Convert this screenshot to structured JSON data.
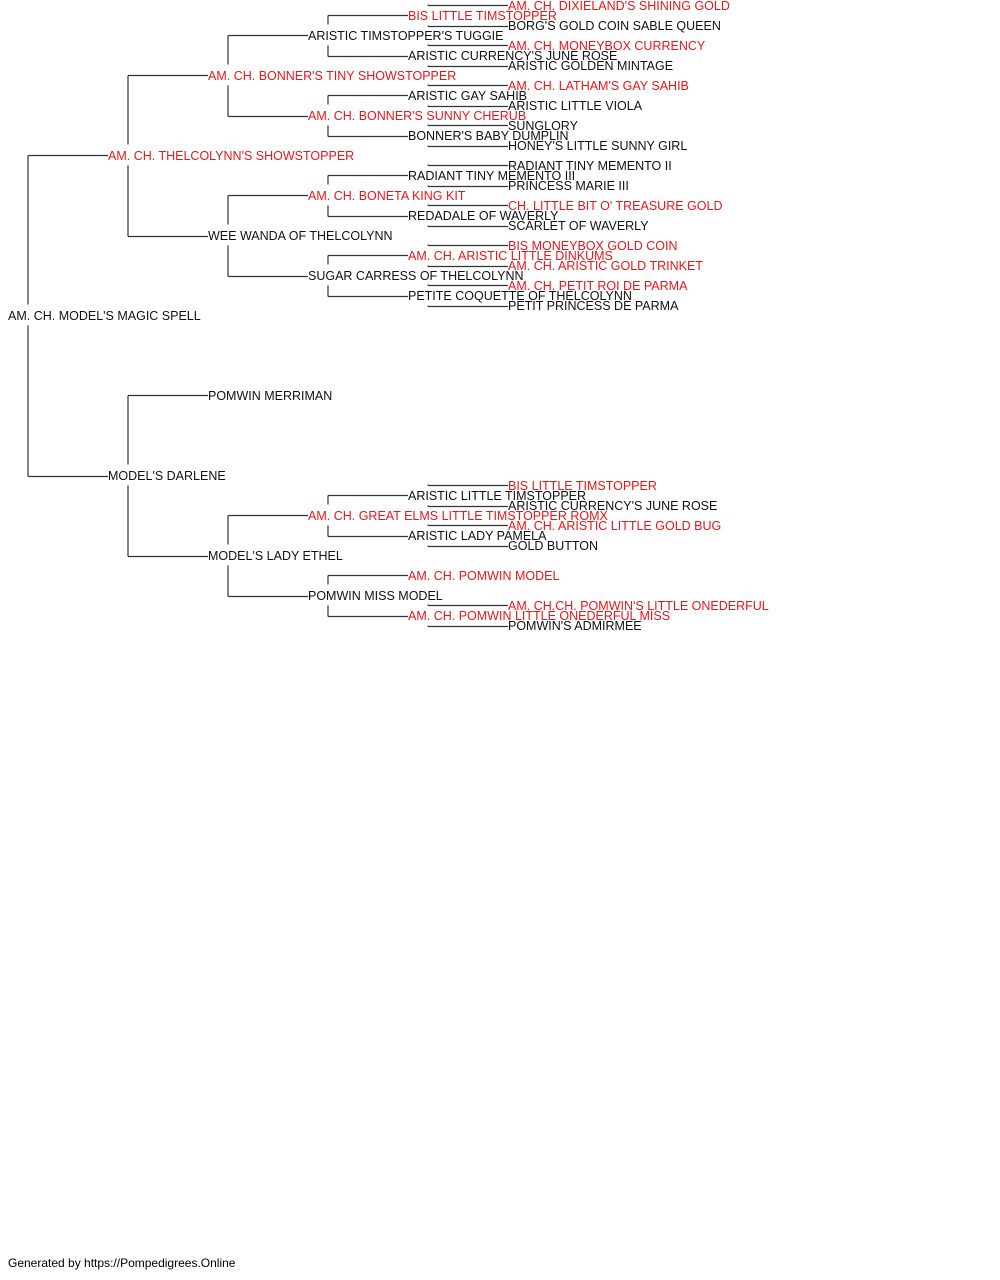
{
  "colors": {
    "champion": "#e8161b",
    "normal": "#111111",
    "line": "#333333"
  },
  "footer": "Generated by https://Pompedigrees.Online",
  "pedigree": {
    "name": "AM. CH. MODEL'S MAGIC SPELL",
    "champion": false,
    "sire": {
      "name": "AM. CH. THELCOLYNN'S SHOWSTOPPER",
      "champion": true,
      "sire": {
        "name": "AM. CH. BONNER'S TINY SHOWSTOPPER",
        "champion": true,
        "sire": {
          "name": "ARISTIC TIMSTOPPER'S TUGGIE",
          "champion": false,
          "sire": {
            "name": "BIS LITTLE TIMSTOPPER",
            "champion": true,
            "sire": {
              "name": "AM. CH. DIXIELAND'S SHINING GOLD",
              "champion": true
            },
            "dam": {
              "name": "BORG'S GOLD COIN SABLE QUEEN",
              "champion": false
            }
          },
          "dam": {
            "name": "ARISTIC CURRENCY'S JUNE ROSE",
            "champion": false,
            "sire": {
              "name": "AM. CH. MONEYBOX CURRENCY",
              "champion": true
            },
            "dam": {
              "name": "ARISTIC GOLDEN MINTAGE",
              "champion": false
            }
          }
        },
        "dam": {
          "name": "AM. CH. BONNER'S SUNNY CHERUB",
          "champion": true,
          "sire": {
            "name": "ARISTIC GAY SAHIB",
            "champion": false,
            "sire": {
              "name": "AM. CH. LATHAM'S GAY SAHIB",
              "champion": true
            },
            "dam": {
              "name": "ARISTIC LITTLE VIOLA",
              "champion": false
            }
          },
          "dam": {
            "name": "BONNER'S BABY DUMPLIN",
            "champion": false,
            "sire": {
              "name": "SUNGLORY",
              "champion": false
            },
            "dam": {
              "name": "HONEY'S LITTLE SUNNY GIRL",
              "champion": false
            }
          }
        }
      },
      "dam": {
        "name": "WEE WANDA OF THELCOLYNN",
        "champion": false,
        "sire": {
          "name": "AM. CH. BONETA KING KIT",
          "champion": true,
          "sire": {
            "name": "RADIANT TINY MEMENTO III",
            "champion": false,
            "sire": {
              "name": "RADIANT TINY MEMENTO II",
              "champion": false
            },
            "dam": {
              "name": "PRINCESS MARIE III",
              "champion": false
            }
          },
          "dam": {
            "name": "REDADALE OF WAVERLY",
            "champion": false,
            "sire": {
              "name": "CH. LITTLE BIT O' TREASURE GOLD",
              "champion": true
            },
            "dam": {
              "name": "SCARLET OF WAVERLY",
              "champion": false
            }
          }
        },
        "dam": {
          "name": "SUGAR CARRESS OF THELCOLYNN",
          "champion": false,
          "sire": {
            "name": "AM. CH. ARISTIC LITTLE DINKUMS",
            "champion": true,
            "sire": {
              "name": "BIS MONEYBOX GOLD COIN",
              "champion": true
            },
            "dam": {
              "name": "AM. CH. ARISTIC GOLD TRINKET",
              "champion": true
            }
          },
          "dam": {
            "name": "PETITE COQUETTE OF THELCOLYNN",
            "champion": false,
            "sire": {
              "name": "AM. CH. PETIT ROI DE PARMA",
              "champion": true
            },
            "dam": {
              "name": "PETIT PRINCESS DE PARMA",
              "champion": false
            }
          }
        }
      }
    },
    "dam": {
      "name": "MODEL'S DARLENE",
      "champion": false,
      "sire": {
        "name": "POMWIN MERRIMAN",
        "champion": false
      },
      "dam": {
        "name": "MODEL'S LADY ETHEL",
        "champion": false,
        "sire": {
          "name": "AM. CH. GREAT ELMS LITTLE TIMSTOPPER ROMX",
          "champion": true,
          "sire": {
            "name": "ARISTIC LITTLE TIMSTOPPER",
            "champion": false,
            "sire": {
              "name": "BIS LITTLE TIMSTOPPER",
              "champion": true
            },
            "dam": {
              "name": "ARISTIC CURRENCY'S JUNE ROSE",
              "champion": false
            }
          },
          "dam": {
            "name": "ARISTIC LADY PAMELA",
            "champion": false,
            "sire": {
              "name": "AM. CH. ARISTIC LITTLE GOLD BUG",
              "champion": true
            },
            "dam": {
              "name": "GOLD BUTTON",
              "champion": false
            }
          }
        },
        "dam": {
          "name": "POMWIN MISS MODEL",
          "champion": false,
          "sire": {
            "name": "AM. CH. POMWIN MODEL",
            "champion": true
          },
          "dam": {
            "name": "AM. CH. POMWIN LITTLE ONEDERFUL MISS",
            "champion": true,
            "sire": {
              "name": "AM. CH.CH. POMWIN'S LITTLE ONEDERFUL",
              "champion": true
            },
            "dam": {
              "name": "POMWIN'S ADMIRMEE",
              "champion": false
            }
          }
        }
      }
    }
  }
}
